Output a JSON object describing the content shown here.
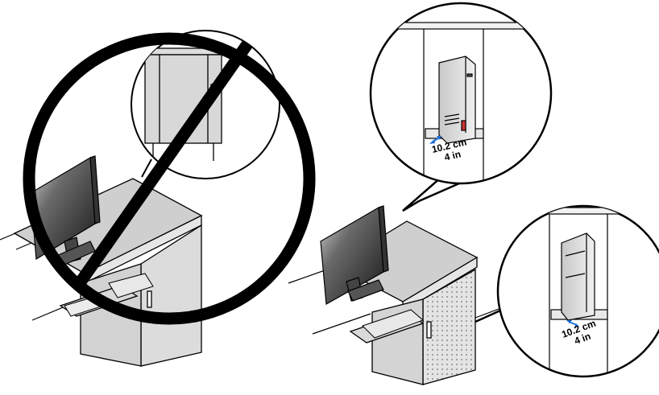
{
  "figure": {
    "panels": [
      {
        "role": "not-recommended",
        "marker": "prohibition"
      },
      {
        "role": "recommended"
      }
    ],
    "callouts": [
      {
        "metric_value": "10.2 cm",
        "imperial_value": "4 in"
      },
      {
        "metric_value": "10.2 cm",
        "imperial_value": "4 in"
      }
    ]
  }
}
